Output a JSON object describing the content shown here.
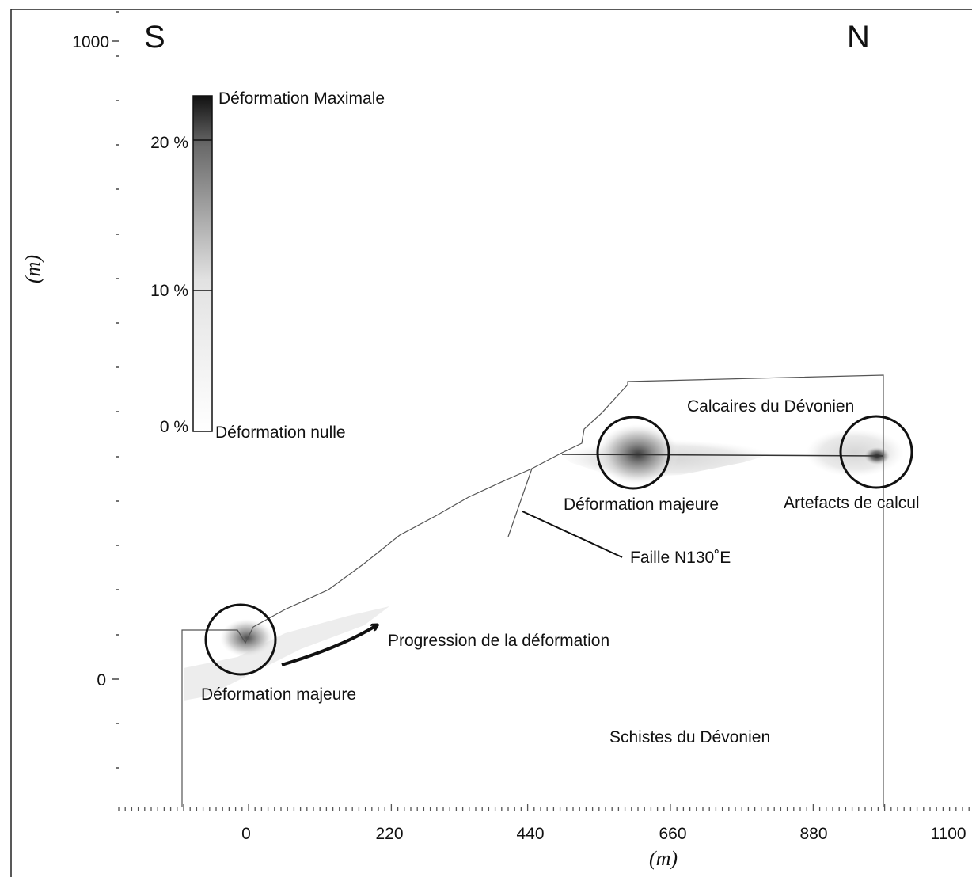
{
  "directions": {
    "south": "S",
    "north": "N"
  },
  "axes": {
    "x_unit": "(m)",
    "y_unit": "(m)",
    "x_ticks": [
      "0",
      "220",
      "440",
      "660",
      "880",
      "1100"
    ],
    "y_ticks": [
      "1000",
      "0"
    ]
  },
  "legend": {
    "max_label": "Déformation Maximale",
    "null_label": "Déformation nulle",
    "ticks": [
      "20 %",
      "10 %",
      "0 %"
    ]
  },
  "labels": {
    "limestone": "Calcaires du Dévonien",
    "schist": "Schistes du Dévonien",
    "major_deformation_top": "Déformation majeure",
    "artefacts": "Artefacts de calcul",
    "fault": "Faille N130˚E",
    "progression": "Progression de la déformation",
    "major_deformation_bottom": "Déformation majeure"
  }
}
